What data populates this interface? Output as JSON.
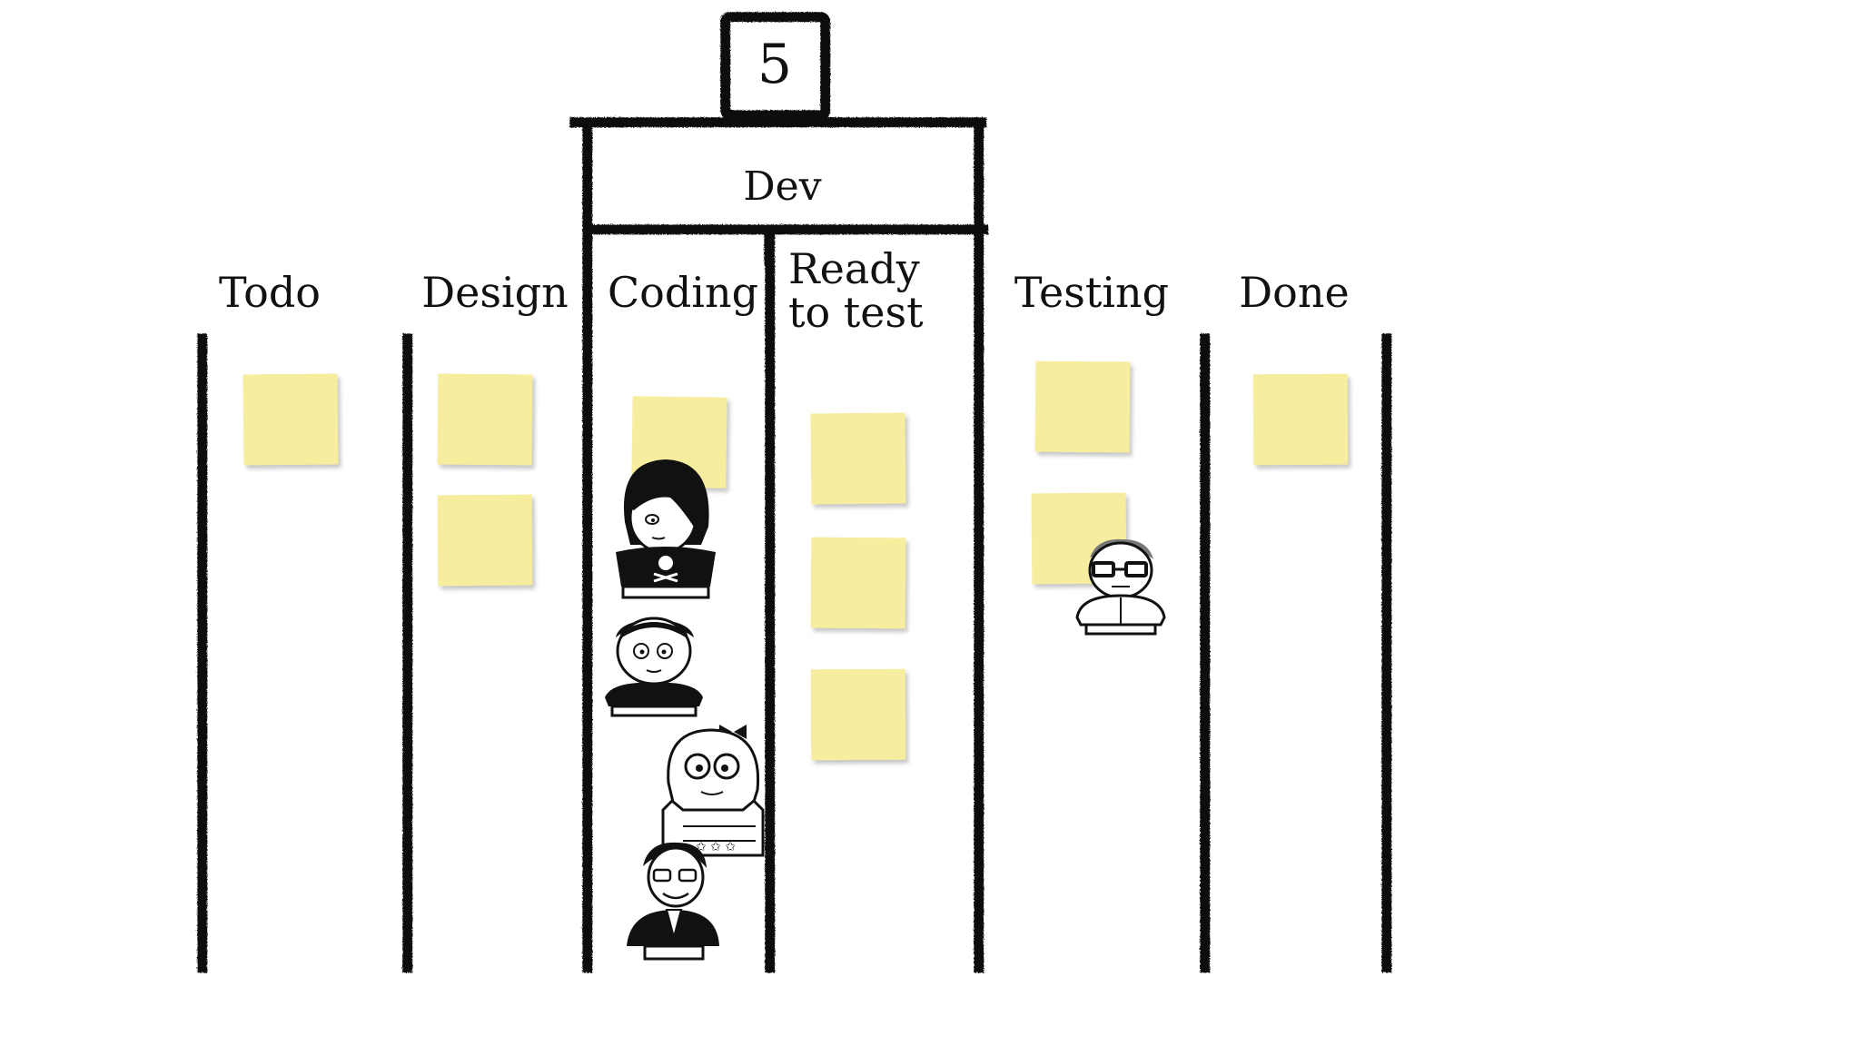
{
  "board": {
    "wip_limit": "5",
    "group_label": "Dev",
    "columns": [
      {
        "label": "Todo"
      },
      {
        "label": "Design"
      },
      {
        "label": "Coding"
      },
      {
        "label": "Ready to test"
      },
      {
        "label": "Testing"
      },
      {
        "label": "Done"
      }
    ],
    "card_counts": {
      "todo": 1,
      "design": 2,
      "coding": 1,
      "ready_to_test": 3,
      "testing": 2,
      "done": 1
    },
    "people_counts": {
      "coding": 4,
      "testing": 1
    },
    "colors": {
      "sticky": "#f6ed9e",
      "ink": "#111111",
      "background": "#ffffff"
    }
  }
}
